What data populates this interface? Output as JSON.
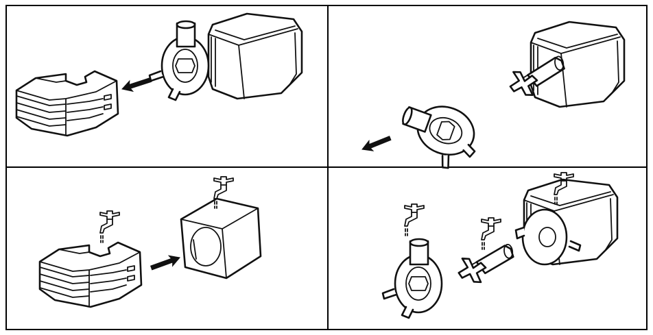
{
  "diagram": {
    "panels": [
      {
        "id": "remove-cover",
        "steps": [
          "pump",
          "arrow-left",
          "cover"
        ]
      },
      {
        "id": "remove-impeller-housing",
        "steps": [
          "pump-body",
          "arrow-left",
          "impeller-housing"
        ]
      },
      {
        "id": "rinse-cover-and-foam",
        "steps": [
          "cover",
          "faucet",
          "arrow-right",
          "foam-sleeve",
          "faucet"
        ]
      },
      {
        "id": "rinse-pump-parts",
        "steps": [
          "impeller-housing",
          "faucet",
          "impeller",
          "faucet",
          "pump-body",
          "faucet"
        ]
      }
    ],
    "colors": {
      "line": "#111111",
      "background": "#ffffff",
      "border": "#000000"
    }
  }
}
